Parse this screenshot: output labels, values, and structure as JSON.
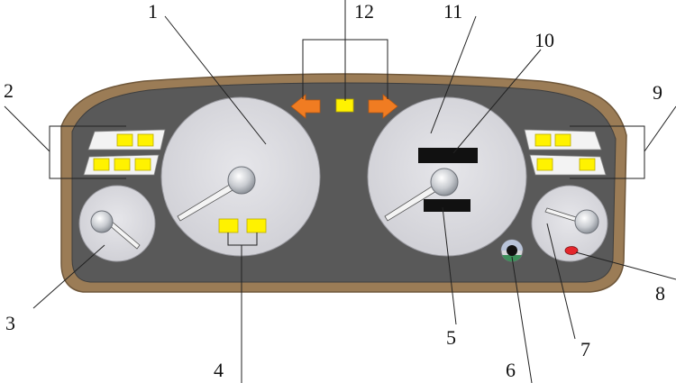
{
  "diagram": {
    "title": "",
    "callouts": {
      "c1": "1",
      "c2": "2",
      "c3": "3",
      "c4": "4",
      "c5": "5",
      "c6": "6",
      "c7": "7",
      "c8": "8",
      "c9": "9",
      "c10": "10",
      "c11": "11",
      "c12": "12"
    }
  },
  "colors": {
    "housing_rim": "#9B7C56",
    "panel": "#595959",
    "gauge_face": "#D9D9DE",
    "indicator_yellow": "#FFF200",
    "arrow_orange": "#F07C22",
    "display_black": "#111111",
    "warning_red": "#E4262C",
    "leader_line": "#222222"
  }
}
